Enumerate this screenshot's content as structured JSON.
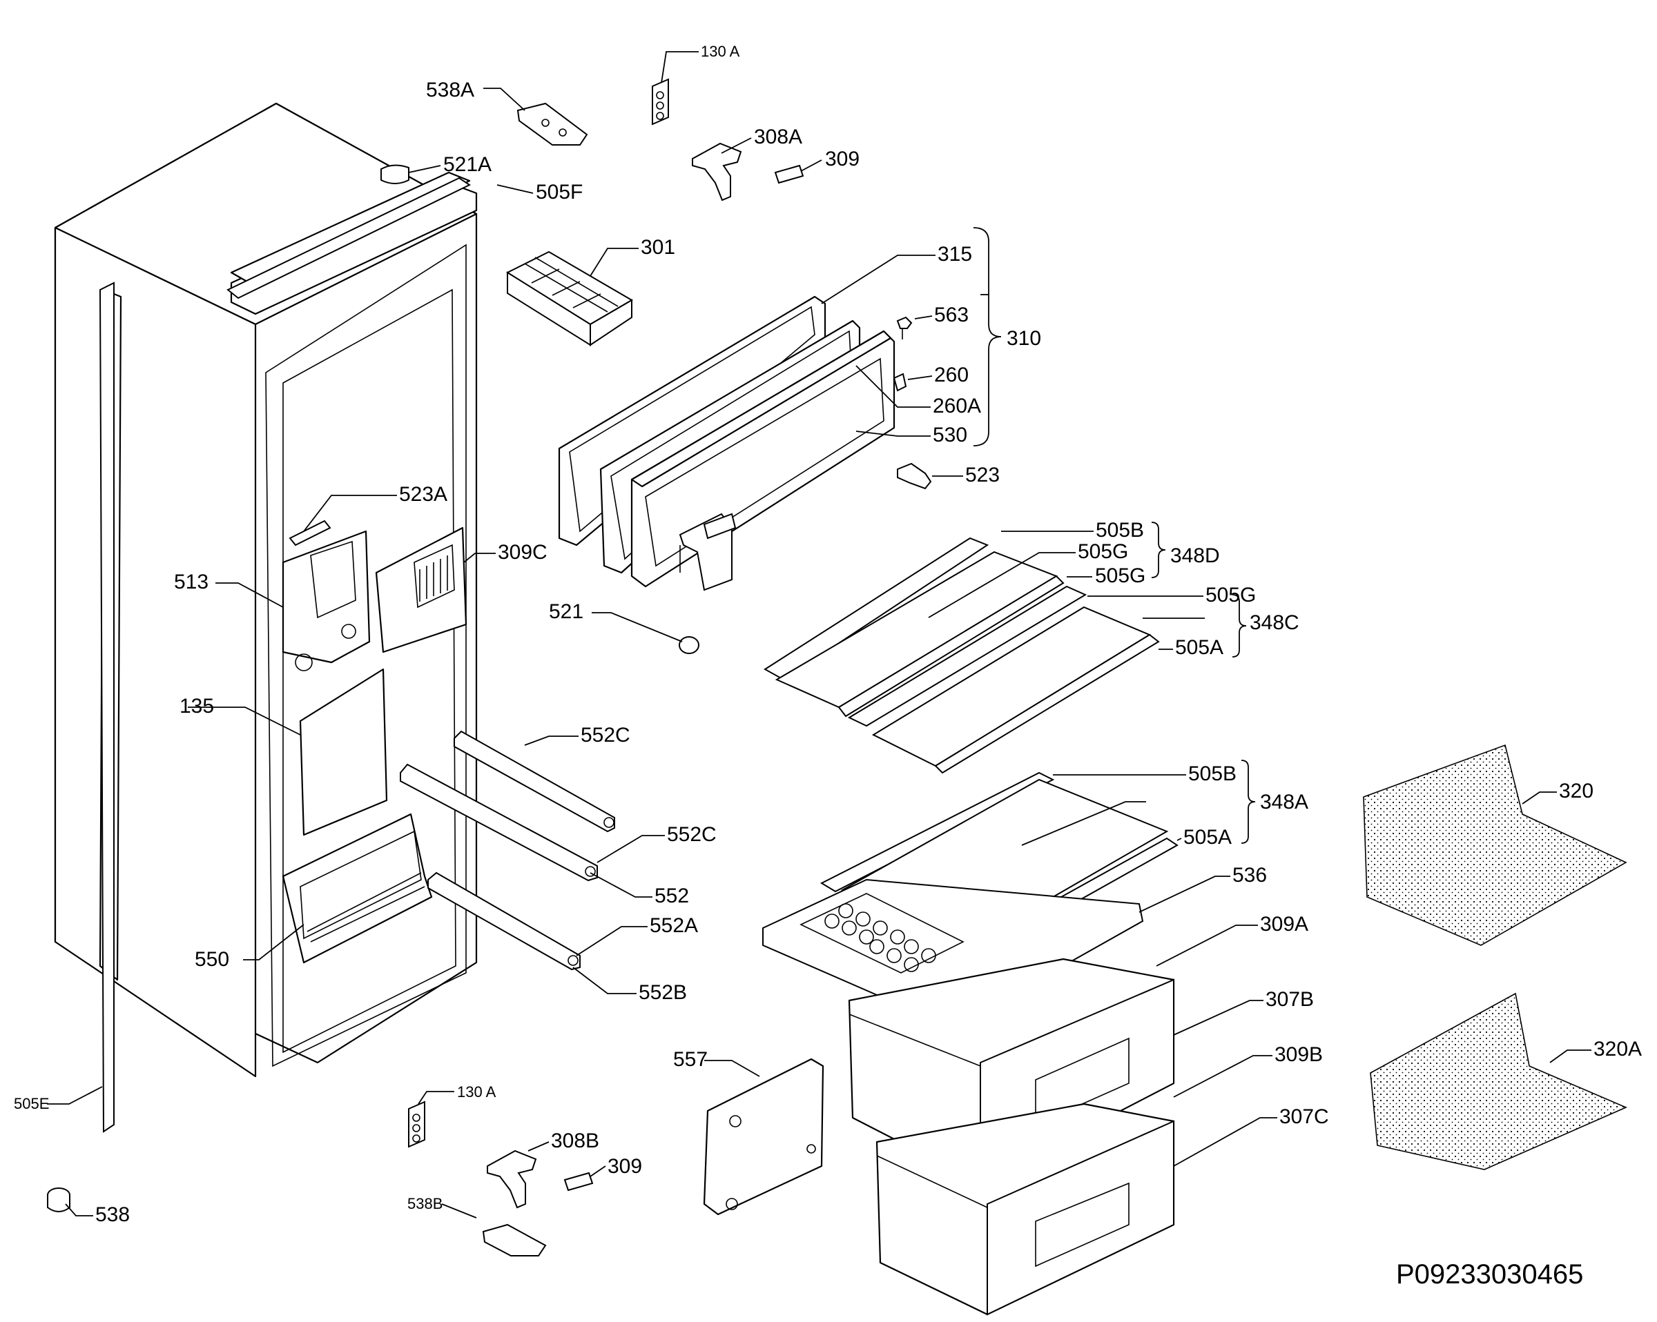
{
  "drawing_ref": "P09233030465",
  "labels": {
    "l130a_top": "130 A",
    "l538a": "538A",
    "l308a": "308A",
    "l309_top": "309",
    "l521a": "521A",
    "l505f": "505F",
    "l301": "301",
    "l315": "315",
    "l563": "563",
    "l310": "310",
    "l260": "260",
    "l260a": "260A",
    "l530": "530",
    "l523": "523",
    "l523a": "523A",
    "l309c": "309C",
    "l513": "513",
    "l521": "521",
    "l505b_1": "505B",
    "l348d": "348D",
    "l505g_1": "505G",
    "l505g_2": "505G",
    "l348c": "348C",
    "l505a_1": "505A",
    "l135": "135",
    "l552c_1": "552C",
    "l552c_2": "552C",
    "l552": "552",
    "l552a": "552A",
    "l552b": "552B",
    "l550": "550",
    "l505b_2": "505B",
    "l348a": "348A",
    "l505a_2": "505A",
    "l536": "536",
    "l320": "320",
    "l309a": "309A",
    "l307b": "307B",
    "l320a": "320A",
    "l557": "557",
    "l309b": "309B",
    "l307c": "307C",
    "l505e": "505E",
    "l130a_bot": "130 A",
    "l308b": "308B",
    "l309_bot": "309",
    "l538b": "538B",
    "l538": "538"
  }
}
